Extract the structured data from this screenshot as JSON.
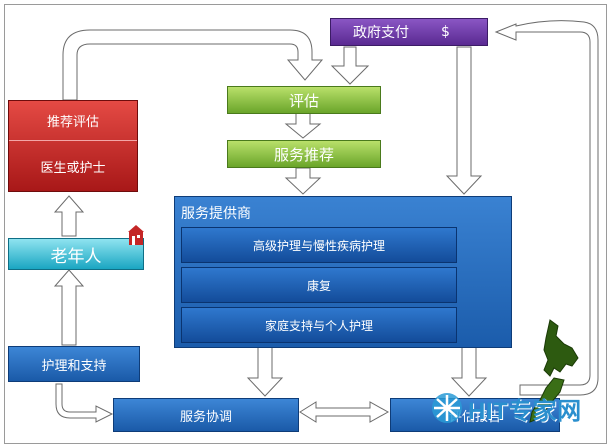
{
  "government_pay": {
    "label": "政府支付",
    "symbol": "$"
  },
  "assessment": {
    "label": "评估"
  },
  "service_recommendation": {
    "label": "服务推荐"
  },
  "recommend_assessment": {
    "label": "推荐评估"
  },
  "doctor_or_nurse": {
    "label": "医生或护士"
  },
  "elderly": {
    "label": "老年人"
  },
  "care_support": {
    "label": "护理和支持"
  },
  "service_coordination": {
    "label": "服务协调"
  },
  "service_provider": {
    "title": "服务提供商",
    "items": [
      "高级护理与慢性疾病护理",
      "康复",
      "家庭支持与个人护理"
    ]
  },
  "bottom_right_box": {
    "label": "评估报告"
  },
  "watermark": {
    "text": "HIT专家网"
  },
  "colors": {
    "purple": "#6b3aa8",
    "green": "#86c040",
    "red": "#c42626",
    "cyan": "#2bb3cf",
    "blue": "#1f64b8",
    "arrow_fill": "#ffffff",
    "arrow_stroke": "#6b6b6b"
  }
}
